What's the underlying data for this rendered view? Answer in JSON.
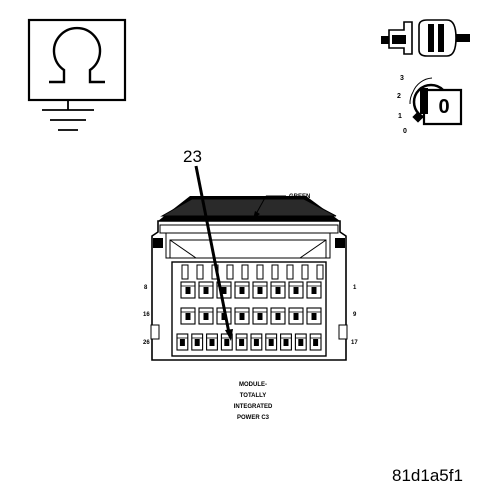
{
  "symbols": [
    {
      "name": "ohmmeter-ground-icon"
    },
    {
      "name": "connector-disconnect-icon"
    },
    {
      "name": "ignition-switch-icon"
    }
  ],
  "ignition": {
    "positions": [
      "3",
      "2",
      "1",
      "0"
    ],
    "key_label": "0"
  },
  "connector": {
    "wire_color": "GREEN",
    "callout": "23",
    "pin_labels": {
      "top_left": "8",
      "top_right": "1",
      "mid_left": "16",
      "mid_right": "9",
      "bottom_left": "26",
      "bottom_right": "17"
    }
  },
  "caption": [
    "MODULE-",
    "TOTALLY",
    "INTEGRATED",
    "POWER C3"
  ],
  "figure_code": "81d1a5f1"
}
